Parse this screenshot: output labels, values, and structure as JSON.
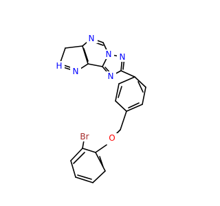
{
  "structure": {
    "atom_labels": {
      "nh": "H",
      "n_pyrazole": "N",
      "n_pyrimidine_top": "N",
      "n_bridge": "N",
      "n_triazole_right": "N",
      "n_triazole_left": "N",
      "o_ether": "O",
      "br": "Br"
    },
    "colors": {
      "nitrogen": "#0000ff",
      "oxygen": "#ff0000",
      "bromine": "#a52a2a",
      "bond": "#000000"
    }
  }
}
